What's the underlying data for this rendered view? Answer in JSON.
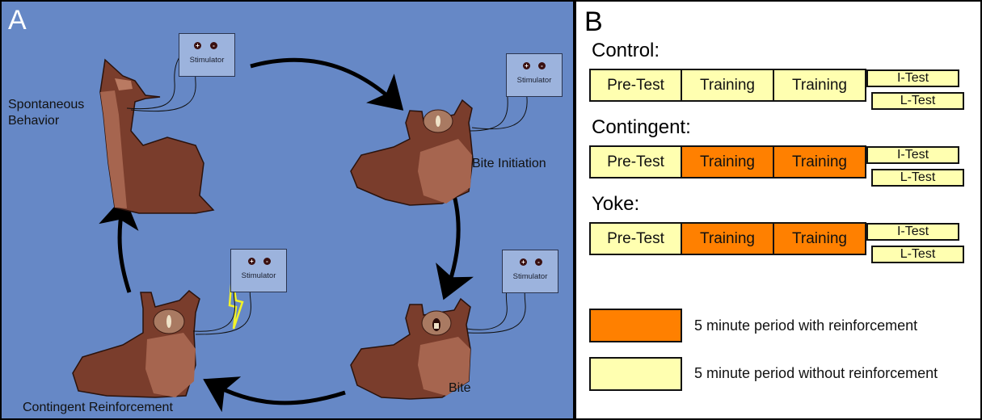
{
  "panel_a": {
    "letter": "A",
    "stages": [
      {
        "label_lines": [
          "Spontaneous",
          "Behavior"
        ]
      },
      {
        "label": "Bite Initiation"
      },
      {
        "label": "Bite"
      },
      {
        "label": "Contingent Reinforcement"
      }
    ],
    "stimulator_label": "Stimulator",
    "terminal_positive": "+",
    "terminal_negative": "-",
    "colors": {
      "background": "#6688c6",
      "body_dark": "#7a3d2c",
      "body_light": "#a6654f",
      "shock": "#f2f22a"
    }
  },
  "panel_b": {
    "letter": "B",
    "groups": [
      {
        "title": "Control:",
        "segments": [
          {
            "label": "Pre-Test",
            "reinforced": false
          },
          {
            "label": "Training",
            "reinforced": false
          },
          {
            "label": "Training",
            "reinforced": false
          }
        ],
        "tests": [
          "I-Test",
          "L-Test"
        ]
      },
      {
        "title": "Contingent:",
        "segments": [
          {
            "label": "Pre-Test",
            "reinforced": false
          },
          {
            "label": "Training",
            "reinforced": true
          },
          {
            "label": "Training",
            "reinforced": true
          }
        ],
        "tests": [
          "I-Test",
          "L-Test"
        ]
      },
      {
        "title": "Yoke:",
        "segments": [
          {
            "label": "Pre-Test",
            "reinforced": false
          },
          {
            "label": "Training",
            "reinforced": true
          },
          {
            "label": "Training",
            "reinforced": true
          }
        ],
        "tests": [
          "I-Test",
          "L-Test"
        ]
      }
    ],
    "legend": [
      {
        "label": "5 minute period with reinforcement",
        "color": "#ff8000"
      },
      {
        "label": "5 minute period without reinforcement",
        "color": "#ffffb0"
      }
    ],
    "colors": {
      "reinforced": "#ff8000",
      "unreinforced": "#ffffb0"
    }
  }
}
